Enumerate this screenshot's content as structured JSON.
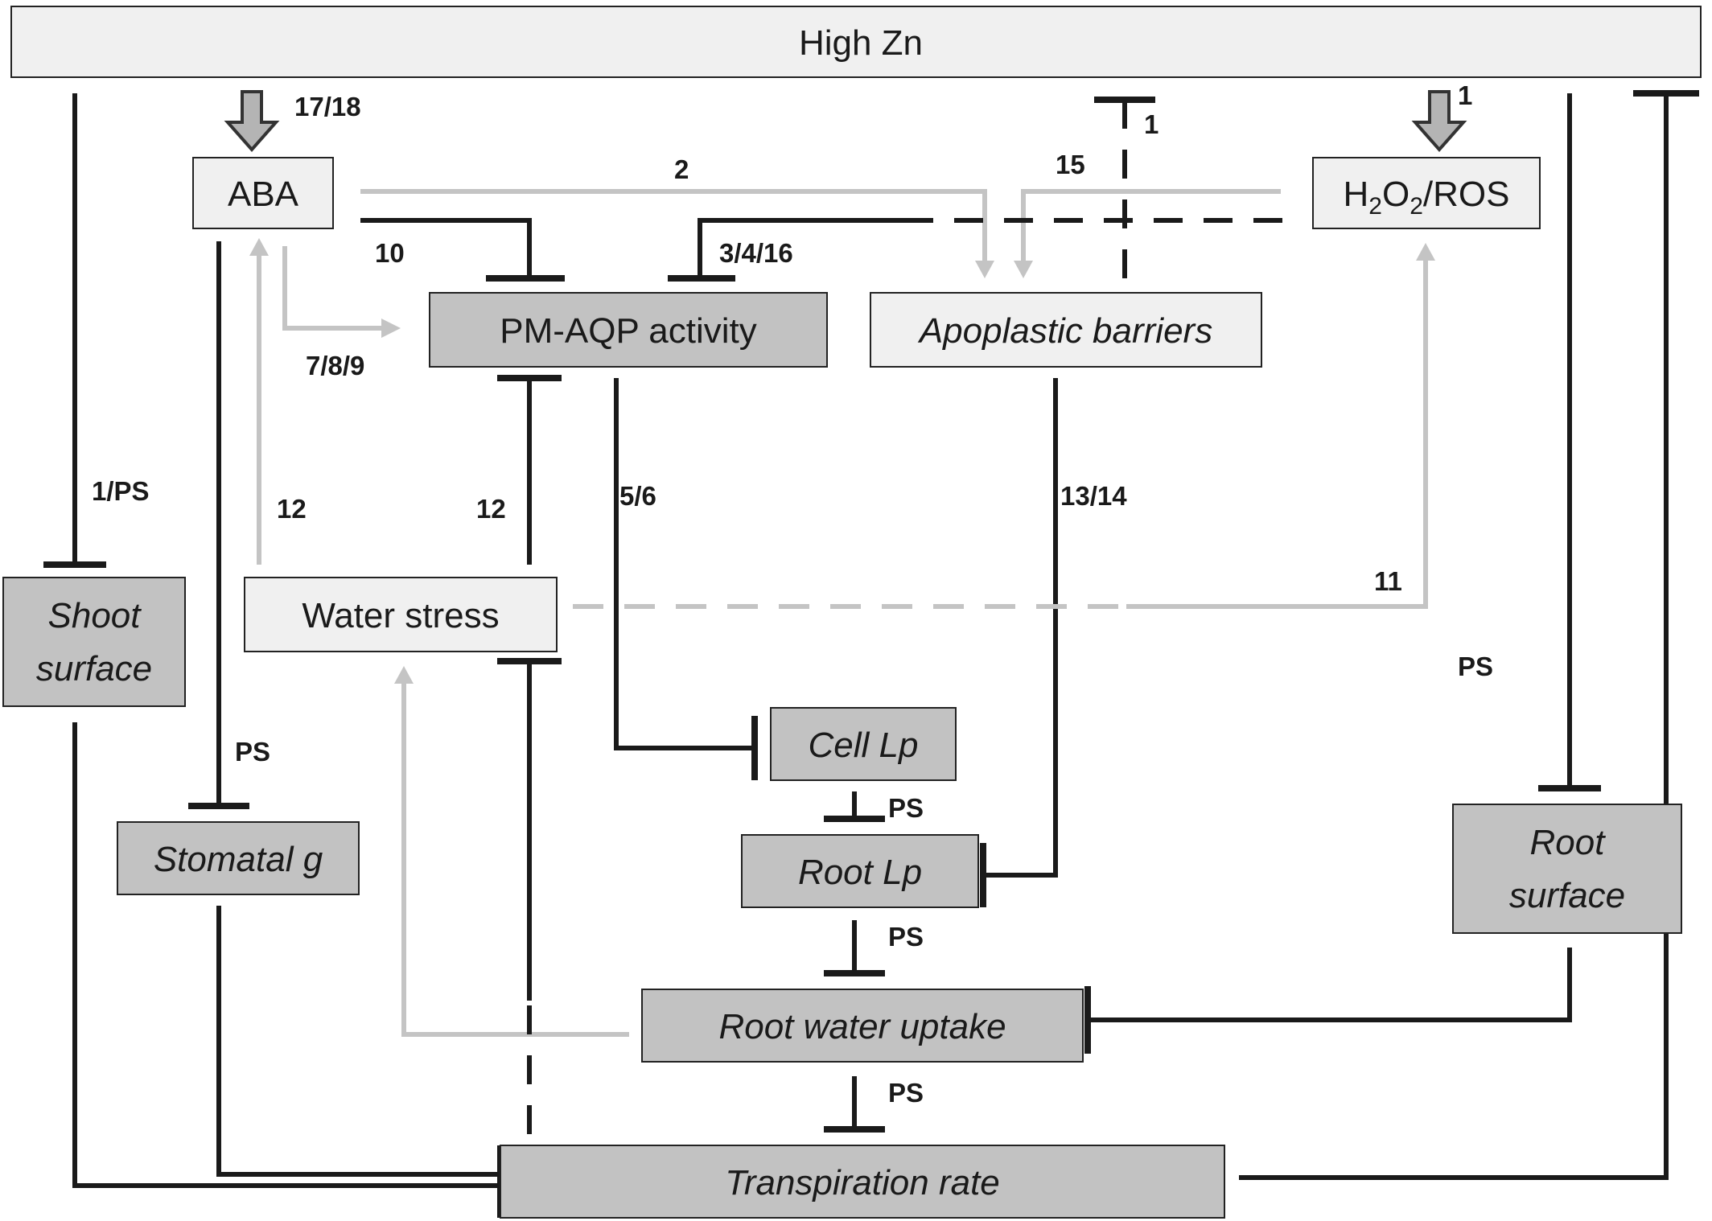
{
  "nodes": {
    "high_zn": "High Zn",
    "aba": "ABA",
    "h2o2_main": "H",
    "h2o2_sub1": "2",
    "h2o2_mid": "O",
    "h2o2_sub2": "2",
    "h2o2_end": "/ROS",
    "pm_aqp": "PM-AQP activity",
    "apoplastic": "Apoplastic barriers",
    "water_stress": "Water stress",
    "shoot_surface_1": "Shoot",
    "shoot_surface_2": "surface",
    "stomatal_g": "Stomatal g",
    "cell_lp": "Cell Lp",
    "root_lp": "Root Lp",
    "root_surface_1": "Root",
    "root_surface_2": "surface",
    "root_water_uptake": "Root water uptake",
    "transpiration": "Transpiration rate"
  },
  "edge_labels": {
    "zn_aba": "17/18",
    "zn_apoplastic": "1",
    "zn_h2o2": "1",
    "aba_apoplastic": "2",
    "ros_apoplastic": "15",
    "aba_aqp": "10",
    "ros_aqp": "3/4/16",
    "aba_aqp_activate": "7/8/9",
    "zn_shoot": "1/PS",
    "ws_aba": "12",
    "ws_aqp": "12",
    "aqp_celllp": "5/6",
    "apo_rootlp": "13/14",
    "ws_ros": "11",
    "zn_rootsurface": "PS",
    "aba_stomatal": "PS",
    "celllp_rootlp": "PS",
    "rootlp_uptake": "PS",
    "uptake_transp": "PS"
  }
}
